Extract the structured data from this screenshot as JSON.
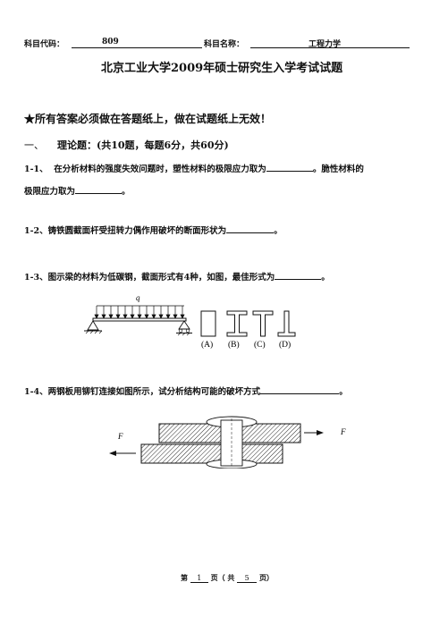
{
  "header": {
    "code_label": "科目代码：",
    "code_value": "809",
    "name_label": "科目名称：",
    "name_value": "工程力学"
  },
  "title": "北京工业大学2009年硕士研究生入学考试试题",
  "notice": "★所有答案必须做在答题纸上，做在试题纸上无效！",
  "section1": {
    "number": "一、",
    "title": "理论题：(共10题，每题6分，共60分)"
  },
  "questions": {
    "q1": {
      "number": "1-1、",
      "line1_text": "在分析材料的强度失效问题时，塑性材料的极限应力取为",
      "line1_tail": "。脆性材料的",
      "line2_text": "极限应力取为",
      "line2_tail": "。"
    },
    "q2": {
      "number": "1-2、",
      "text": "铸铁圆截面杆受扭转力偶作用破坏的断面形状为",
      "tail": "。"
    },
    "q3": {
      "number": "1-3、",
      "text": "图示梁的材料为低碳钢，截面形式有4种，如图，最佳形式为",
      "tail": "。"
    },
    "q4": {
      "number": "1-4、",
      "text": "两钢板用铆钉连接如图所示，试分析结构可能的破坏方式",
      "tail": "。"
    }
  },
  "fig_beam": {
    "load_label": "q",
    "sections": [
      "(A)",
      "(B)",
      "(C)",
      "(D)"
    ]
  },
  "fig_rivet": {
    "force_left": "F",
    "force_right": "F"
  },
  "footer": {
    "prefix": "第",
    "page": "1",
    "middle": "页（ 共",
    "total": "5",
    "suffix": "页）"
  }
}
